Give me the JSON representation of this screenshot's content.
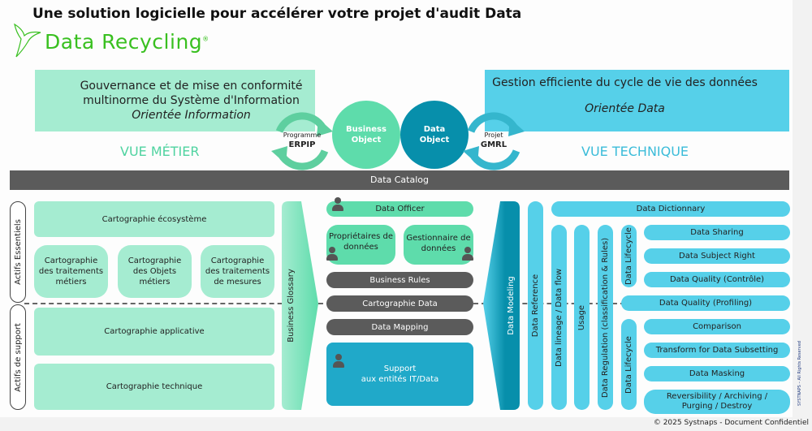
{
  "title": "Une solution logicielle pour accélérer votre projet d'audit Data",
  "logo": {
    "text": "Data Recycling",
    "mark": "®",
    "color": "#39c020"
  },
  "left_header": {
    "line1": "Gouvernance et de mise en conformité",
    "line2": "multinorme du Système d'Information",
    "subtitle": "Orientée Information",
    "view": "VUE MÉTIER"
  },
  "right_header": {
    "line1": "Gestion efficiente du cycle de vie des données",
    "subtitle": "Orientée Data",
    "view": "VUE TECHNIQUE"
  },
  "cycles": {
    "left": {
      "small": "Programme",
      "big": "ERPIP"
    },
    "right": {
      "small": "Projet",
      "big": "GMRL"
    }
  },
  "circles": {
    "business": "Business Object",
    "data": "Data Object"
  },
  "catalog": "Data Catalog",
  "side_labels": {
    "essentiels": "Actifs Essentiels",
    "support": "Actifs de support"
  },
  "left_boxes": {
    "ecosysteme": "Cartographie écosystème",
    "traitements": "Cartographie des traitements métiers",
    "objets": "Cartographie des Objets métiers",
    "mesures": "Cartographie des traitements de mesures",
    "applicative": "Cartographie applicative",
    "technique": "Cartographie technique"
  },
  "glossary": "Business Glossary",
  "center": {
    "officer": "Data Officer",
    "owners": "Propriétaires de données",
    "stewards": "Gestionnaire de données",
    "rules": "Business Rules",
    "carto": "Cartographie Data",
    "mapping": "Data Mapping",
    "support1": "Support",
    "support2": "aux entités IT/Data"
  },
  "modeling": "Data Modeling",
  "right": {
    "reference": "Data Reference",
    "dictionary": "Data Dictionnary",
    "lineage": "Data lineage / Data flow",
    "usage": "Usage",
    "regulation": "Data Regulation (classification & Rules)",
    "lifecycle_top": "Data Lifecycle",
    "lifecycle_bottom": "Data Lifecycle",
    "items": [
      "Data Sharing",
      "Data Subject Right",
      "Data Quality (Contrôle)",
      "Data Quality (Profiling)",
      "Comparison",
      "Transform for Data Subsetting",
      "Data Masking"
    ],
    "reversibility1": "Reversibility / Archiving /",
    "reversibility2": "Purging / Destroy"
  },
  "rights": "SYSTNAPS – All Rights Reserved",
  "footer": "© 2025 Systnaps - Document Confidentiel"
}
